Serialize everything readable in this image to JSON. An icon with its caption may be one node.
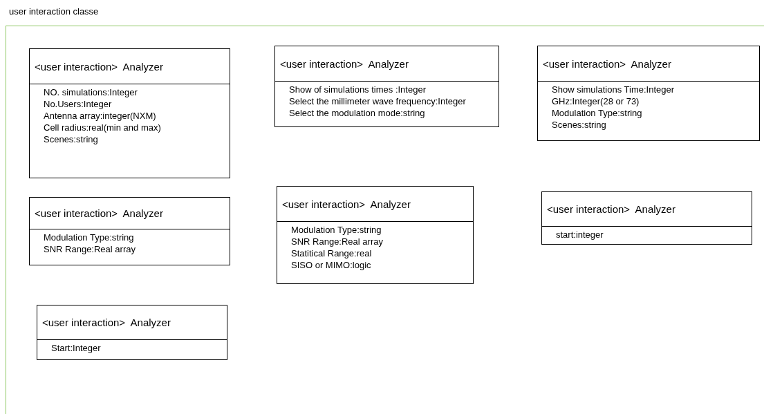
{
  "diagram": {
    "nodes": [
      {
        "text": [
          "user interaction classe"
        ]
      },
      {
        "text": [
          "<user interaction>  Analyzer",
          "NO. simulations:Integer",
          "No.Users:Integer",
          "Antenna array:integer(NXM)",
          "Cell radius:real(min and max)",
          "Scenes:string"
        ],
        "in": 0
      },
      {
        "text": [
          "<user interaction>  Analyzer",
          "Show of simulations times :Integer",
          "Select the millimeter wave frequency:Integer",
          "Select the modulation mode:string"
        ],
        "in": 0
      },
      {
        "text": [
          "<user interaction>  Analyzer",
          "Show  simulations Time:Integer",
          "GHz:Integer(28 or 73)",
          "Modulation Type:string",
          "Scenes:string"
        ],
        "in": 0
      },
      {
        "text": [
          "<user interaction>  Analyzer",
          "Modulation Type:string",
          "SNR Range:Real array"
        ],
        "in": 0
      },
      {
        "text": [
          "<user interaction>  Analyzer",
          "Modulation Type:string",
          "SNR Range:Real array",
          "Statitical Range:real",
          "SISO or MIMO:logic"
        ],
        "in": 0
      },
      {
        "text": [
          "<user interaction>  Analyzer",
          "start:integer"
        ],
        "in": 0
      },
      {
        "text": [
          "<user interaction>  Analyzer",
          "Start:Integer"
        ],
        "in": 0
      }
    ]
  }
}
